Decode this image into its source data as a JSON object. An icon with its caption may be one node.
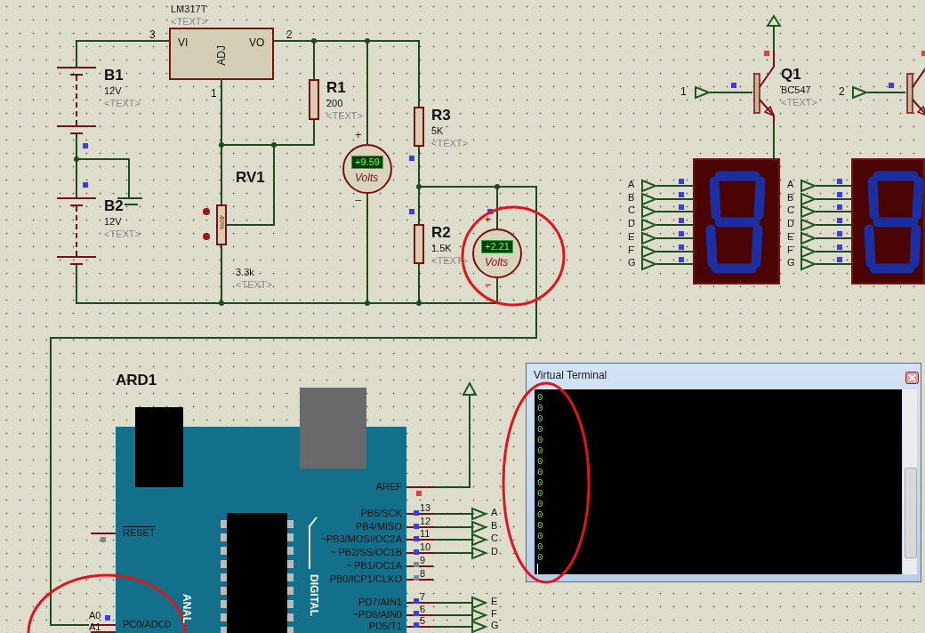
{
  "diagram": {
    "nodes": [
      {
        "text": [
          "LM317T",
          "<TEXT>",
          "VI",
          "VO",
          "ADJ"
        ]
      },
      {
        "text": [],
        "shape": "battery",
        "beside": [
          "B1",
          "12V",
          "<TEXT>"
        ]
      },
      {
        "text": [],
        "shape": "resistor",
        "beside": [
          "R1",
          "200",
          "<TEXT>"
        ]
      },
      {
        "text": [
          "+9.59",
          "Volts"
        ],
        "beside": [
          "+",
          "−"
        ]
      },
      {
        "text": [],
        "shape": "resistor",
        "beside": [
          "R3",
          "5K",
          "<TEXT>"
        ]
      },
      {
        "text": [],
        "shape": "ground"
      },
      {
        "text": [
          "40%"
        ],
        "beside": [
          "RV1",
          "3.3k",
          "<TEXT>"
        ]
      },
      {
        "text": [],
        "shape": "battery",
        "beside": [
          "B2",
          "12V",
          "<TEXT>"
        ]
      },
      {
        "text": [],
        "shape": "resistor",
        "beside": [
          "R2",
          "1.5K",
          "<TEXT>"
        ]
      },
      {
        "text": [
          "+2.21",
          "Volts"
        ],
        "beside": [
          "+",
          "−"
        ]
      },
      {
        "text": [],
        "shape": "triangle"
      },
      {
        "text": [],
        "shape": "triangle",
        "beside": [
          "1"
        ]
      },
      {
        "text": [],
        "shape": "transistor",
        "beside": [
          "Q1",
          "BC547",
          "<TEXT>"
        ]
      },
      {
        "text": [],
        "shape": "triangle",
        "beside": [
          "2"
        ]
      },
      {
        "text": [],
        "shape": "transistor"
      },
      {
        "text": [],
        "shape": "triangle",
        "beside": [
          "A"
        ]
      },
      {
        "text": [],
        "shape": "triangle",
        "beside": [
          "B"
        ]
      },
      {
        "text": [],
        "shape": "triangle",
        "beside": [
          "C"
        ]
      },
      {
        "text": [],
        "shape": "triangle",
        "beside": [
          "D"
        ]
      },
      {
        "text": [],
        "shape": "triangle",
        "beside": [
          "E"
        ]
      },
      {
        "text": [],
        "shape": "triangle",
        "beside": [
          "F"
        ]
      },
      {
        "text": [],
        "shape": "triangle",
        "beside": [
          "G"
        ]
      },
      {
        "text": [],
        "shape": "display"
      },
      {
        "text": [],
        "shape": "triangle",
        "beside": [
          "A"
        ]
      },
      {
        "text": [],
        "shape": "triangle",
        "beside": [
          "B"
        ]
      },
      {
        "text": [],
        "shape": "triangle",
        "beside": [
          "C"
        ]
      },
      {
        "text": [],
        "shape": "triangle",
        "beside": [
          "D"
        ]
      },
      {
        "text": [],
        "shape": "triangle",
        "beside": [
          "E"
        ]
      },
      {
        "text": [],
        "shape": "triangle",
        "beside": [
          "F"
        ]
      },
      {
        "text": [],
        "shape": "triangle",
        "beside": [
          "G"
        ]
      },
      {
        "text": [],
        "shape": "display"
      },
      {
        "text": [
          "ARD1",
          "AREF",
          "PB5/SCK",
          "PB4/MISO",
          "~PB3/MOSI/OC2A",
          "~ PB2/SS/OC1B",
          "~ PB1/OC1A",
          "PB0/ICP1/CLKO",
          "PD7/AIN1",
          "~PD6/AIN0",
          "PD5/T1",
          "RESET",
          "PC0/ADC0",
          "ANAL",
          "DIGITAL"
        ]
      },
      {
        "text": [],
        "shape": "triangle"
      },
      {
        "text": [],
        "shape": "triangle",
        "beside": [
          "A"
        ]
      },
      {
        "text": [],
        "shape": "triangle",
        "beside": [
          "B"
        ]
      },
      {
        "text": [],
        "shape": "triangle",
        "beside": [
          "C"
        ]
      },
      {
        "text": [],
        "shape": "triangle",
        "beside": [
          "D"
        ]
      },
      {
        "text": [],
        "shape": "triangle",
        "beside": [
          "E"
        ]
      },
      {
        "text": [],
        "shape": "triangle",
        "beside": [
          "F"
        ]
      },
      {
        "text": [],
        "shape": "triangle",
        "beside": [
          "G"
        ]
      },
      {
        "text": [
          "Virtual Terminal",
          "0 0 0 0 0 0 0 0 0 0 0 0 0 0 0 0"
        ]
      }
    ],
    "edges": [
      {
        "from": 1,
        "to": 0,
        "arrow": "none"
      },
      {
        "from": 1,
        "to": 7,
        "arrow": "none"
      },
      {
        "from": 1,
        "to": 5,
        "arrow": "none"
      },
      {
        "from": 0,
        "to": 2,
        "arrow": "none"
      },
      {
        "from": 0,
        "to": 3,
        "arrow": "none"
      },
      {
        "from": 0,
        "to": 4,
        "arrow": "none"
      },
      {
        "from": 0,
        "to": 6,
        "arrow": "none"
      },
      {
        "from": 2,
        "to": 6,
        "arrow": "none"
      },
      {
        "from": 6,
        "to": 2,
        "arrow": "none"
      },
      {
        "from": 4,
        "to": 8,
        "arrow": "none"
      },
      {
        "from": 4,
        "to": 9,
        "arrow": "none"
      },
      {
        "from": 7,
        "to": 6,
        "arrow": "none"
      },
      {
        "from": 6,
        "to": 3,
        "arrow": "none"
      },
      {
        "from": 3,
        "to": 8,
        "arrow": "none"
      },
      {
        "from": 8,
        "to": 9,
        "arrow": "none"
      },
      {
        "from": 8,
        "to": 31,
        "arrow": "none"
      },
      {
        "from": 11,
        "to": 12,
        "arrow": "none"
      },
      {
        "from": 12,
        "to": 10,
        "arrow": "none"
      },
      {
        "from": 12,
        "to": 22,
        "arrow": "none"
      },
      {
        "from": 13,
        "to": 14,
        "arrow": "none"
      },
      {
        "from": 15,
        "to": 22,
        "arrow": "none"
      },
      {
        "from": 16,
        "to": 22,
        "arrow": "none"
      },
      {
        "from": 17,
        "to": 22,
        "arrow": "none"
      },
      {
        "from": 18,
        "to": 22,
        "arrow": "none"
      },
      {
        "from": 19,
        "to": 22,
        "arrow": "none"
      },
      {
        "from": 20,
        "to": 22,
        "arrow": "none"
      },
      {
        "from": 21,
        "to": 22,
        "arrow": "none"
      },
      {
        "from": 23,
        "to": 30,
        "arrow": "none"
      },
      {
        "from": 24,
        "to": 30,
        "arrow": "none"
      },
      {
        "from": 25,
        "to": 30,
        "arrow": "none"
      },
      {
        "from": 26,
        "to": 30,
        "arrow": "none"
      },
      {
        "from": 27,
        "to": 30,
        "arrow": "none"
      },
      {
        "from": 28,
        "to": 30,
        "arrow": "none"
      },
      {
        "from": 29,
        "to": 30,
        "arrow": "none"
      },
      {
        "from": 31,
        "to": 32,
        "arrow": "none"
      },
      {
        "from": 31,
        "to": 33,
        "arrow": "none"
      },
      {
        "from": 31,
        "to": 34,
        "arrow": "none"
      },
      {
        "from": 31,
        "to": 35,
        "arrow": "none"
      },
      {
        "from": 31,
        "to": 36,
        "arrow": "none"
      },
      {
        "from": 31,
        "to": 37,
        "arrow": "none"
      },
      {
        "from": 31,
        "to": 38,
        "arrow": "none"
      },
      {
        "from": 31,
        "to": 39,
        "arrow": "none"
      }
    ],
    "labels": [
      "3",
      "2",
      "1",
      "13",
      "12",
      "11",
      "10",
      "9",
      "8",
      "7",
      "6",
      "5",
      "A0",
      "A1"
    ]
  }
}
